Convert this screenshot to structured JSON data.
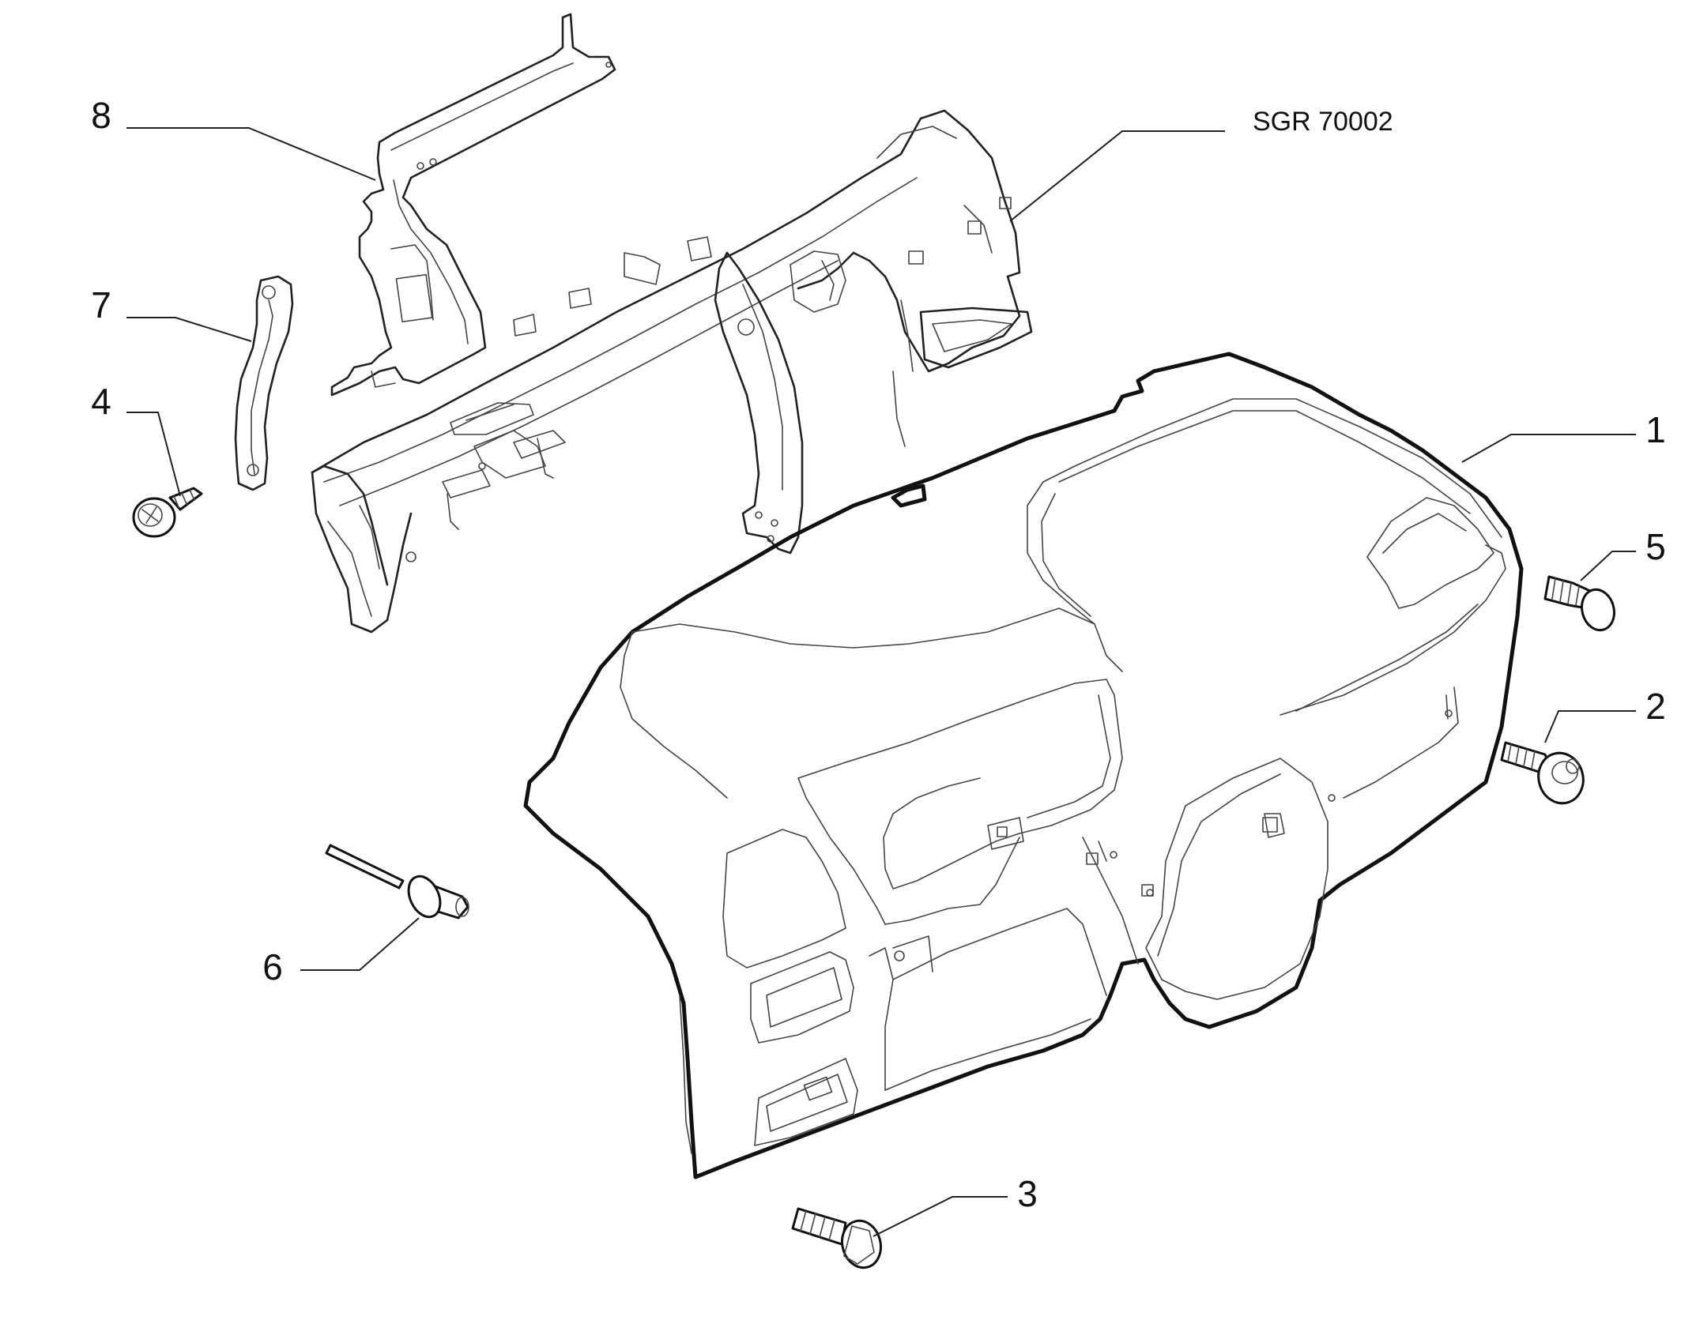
{
  "reference_code": "SGR 70002",
  "callouts": [
    {
      "id": "1",
      "label": "1"
    },
    {
      "id": "2",
      "label": "2"
    },
    {
      "id": "3",
      "label": "3"
    },
    {
      "id": "4",
      "label": "4"
    },
    {
      "id": "5",
      "label": "5"
    },
    {
      "id": "6",
      "label": "6"
    },
    {
      "id": "7",
      "label": "7"
    },
    {
      "id": "8",
      "label": "8"
    }
  ]
}
